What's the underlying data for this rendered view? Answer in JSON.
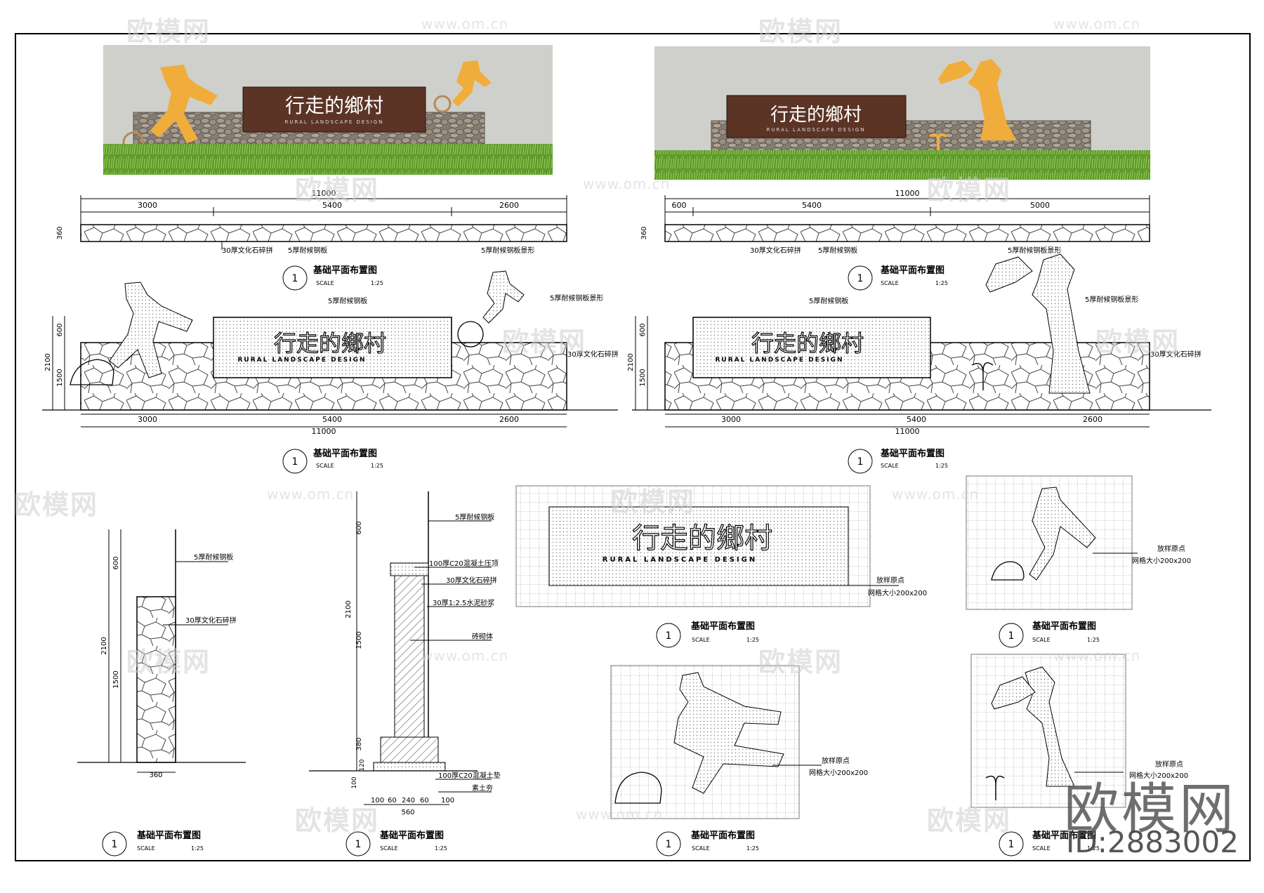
{
  "sign_title": "行走的鄉村",
  "sign_subtitle": "RURAL LANDSCAPE DESIGN",
  "drawing_title": "基础平面布置图",
  "scale_label": "SCALE",
  "scale_value": "1:25",
  "detail_number": "1",
  "dims": {
    "total": "11000",
    "d3000": "3000",
    "d5400": "5400",
    "d2600": "2600",
    "d600": "600",
    "d5000": "5000",
    "h360": "360",
    "h600": "600",
    "h2100": "2100",
    "h1500": "1500",
    "w360": "360",
    "h380": "380",
    "h120": "120",
    "h100": "100",
    "f100": "100",
    "f60": "60",
    "f240": "240",
    "f560": "560"
  },
  "notes": {
    "stone_30": "30厚文化石碎拼",
    "steel_5": "5厚耐候钢板",
    "steel_5_figure": "5厚耐候钢板景形",
    "concrete_cap": "100厚C20混凝土压顶",
    "mortar": "30厚1:2.5水泥砂浆",
    "masonry": "砖砌体",
    "concrete_base": "100厚C20混凝土垫",
    "soil": "素土夯",
    "origin": "放样原点",
    "grid_size": "网格大小200x200"
  },
  "watermark": {
    "brand": "欧模网",
    "url": "www.om.cn"
  },
  "stamp": {
    "brand": "欧模网",
    "id": "ID:2883002"
  },
  "colors": {
    "sky": "#cfd0cb",
    "grass": "#5e9a2c",
    "steel": "#5b3425",
    "figure": "#f0ad3c",
    "stone": "#8a8178"
  }
}
